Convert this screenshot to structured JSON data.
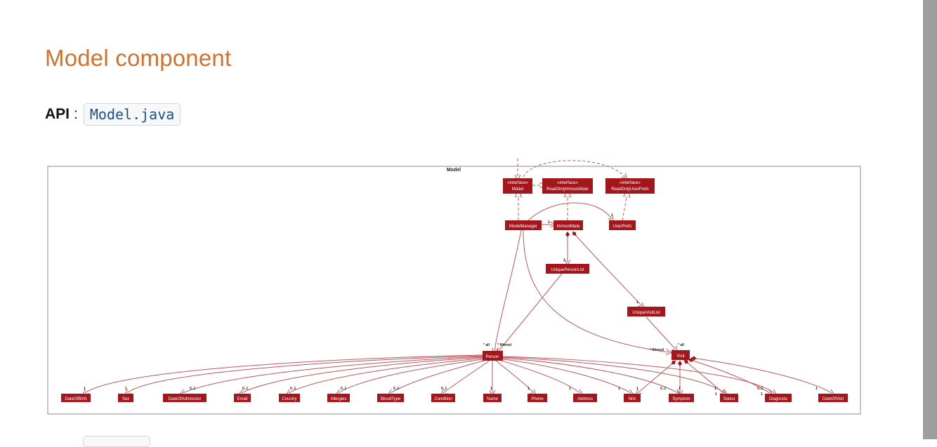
{
  "section": {
    "title": "Model component"
  },
  "api": {
    "label": "API",
    "separator": ":",
    "link_text": "Model.java"
  },
  "diagram": {
    "package_label": "Model",
    "stereotype": "«interface»",
    "colors": {
      "class_fill": "#a3161c",
      "class_text": "#ffffff",
      "edge": "#c0575c",
      "frame": "#888888",
      "title": "#d2712c",
      "link": "#1c4e8c"
    },
    "classes": {
      "model": "Model",
      "read_only_immunimate": "ReadOnlyImmuniMate",
      "read_only_user_prefs": "ReadOnlyUserPrefs",
      "model_manager": "ModelManager",
      "immunimate": "ImmuniMate",
      "user_prefs": "UserPrefs",
      "unique_person_list": "UniquePersonList",
      "unique_visit_list": "UniqueVisitList",
      "person": "Person",
      "visit": "Visit"
    },
    "attributes": [
      "DateOfBirth",
      "Sex",
      "DateOfAdmission",
      "Email",
      "Country",
      "Allergies",
      "BloodType",
      "Condition",
      "Name",
      "Phone",
      "Address",
      "Nric",
      "Symptom",
      "Status",
      "Diagnosis",
      "DateOfVisit"
    ],
    "multiplicities": {
      "one": "1",
      "zero_one": "0..1",
      "all": "* all",
      "filtered": "* filtered"
    }
  }
}
